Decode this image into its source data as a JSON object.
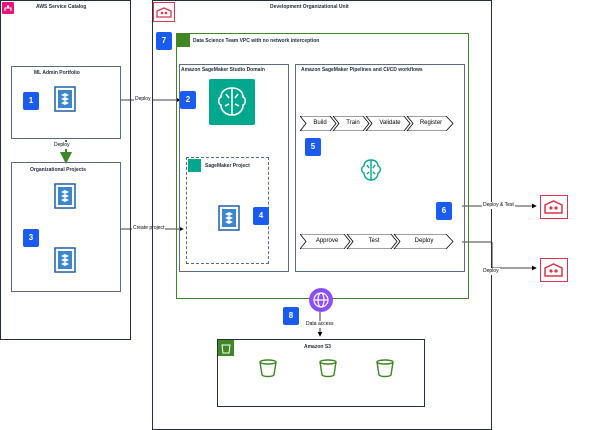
{
  "catalog": {
    "title": "AWS Service Catalog"
  },
  "portfolio": {
    "title": "ML Admin Portfolio"
  },
  "projects": {
    "title": "Organizational Projects"
  },
  "dev_ou": {
    "title": "Development Organizational Unit"
  },
  "vpc": {
    "title": "Data Science Team VPC with no network interception"
  },
  "studio": {
    "title": "Amazon SageMaker Studio Domain"
  },
  "sm_project": {
    "title": "SageMaker Project"
  },
  "pipelines": {
    "title": "Amazon SageMaker Pipelines and CI/CD workflows"
  },
  "s3": {
    "title": "Amazon S3"
  },
  "chevrons_top": [
    "Build",
    "Train",
    "Validate",
    "Register"
  ],
  "chevrons_bottom": [
    "Approve",
    "Test",
    "Deploy"
  ],
  "edge_labels": {
    "deploy_catalog": "Deploy",
    "deploy_vertical": "Deploy",
    "create_project": "Create project",
    "deploy_test": "Deploy & Test",
    "deploy_right": "Deploy",
    "data_access": "Data access"
  },
  "steps": [
    "1",
    "2",
    "3",
    "4",
    "5",
    "6",
    "7",
    "8"
  ],
  "colors": {
    "step_blue": "#1a5cf2",
    "vpc_green": "#3f8624",
    "account_red": "#dd344c",
    "sagemaker_teal": "#01a88d",
    "s3_green": "#3f8624",
    "vpc_purple": "#8c4fff"
  }
}
